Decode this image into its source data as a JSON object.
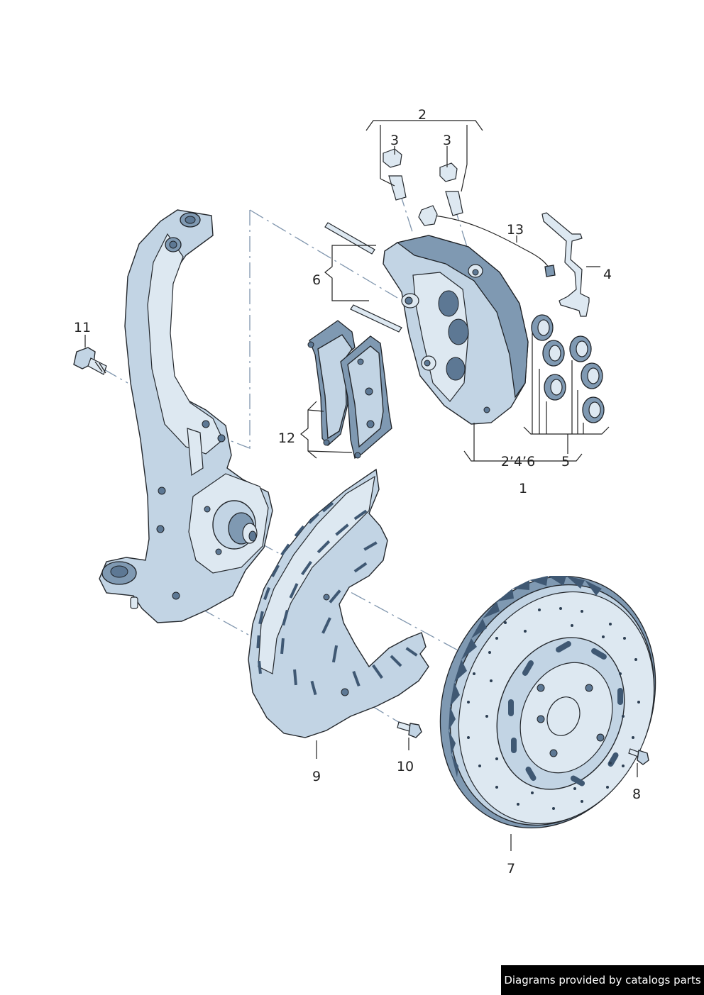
{
  "callouts": {
    "c1": "1",
    "c2": "2",
    "c3a": "3",
    "c3b": "3",
    "c4": "4",
    "c5": "5",
    "c246": "2’4’6",
    "c6": "6",
    "c7": "7",
    "c8": "8",
    "c9": "9",
    "c10": "10",
    "c11": "11",
    "c12": "12",
    "c13": "13"
  },
  "watermark": "Diagrams provided by catalogs parts"
}
